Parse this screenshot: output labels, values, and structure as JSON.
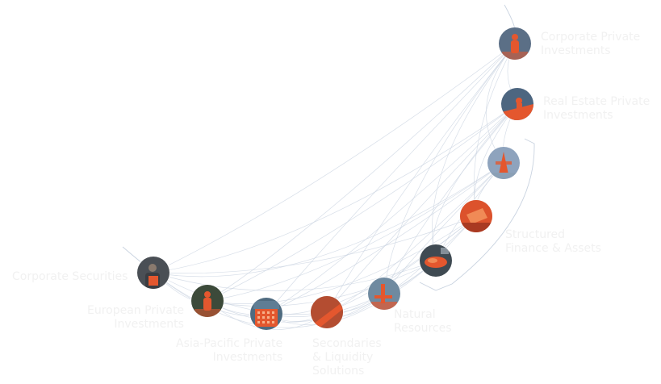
{
  "diagram": {
    "nodes": [
      {
        "id": "corporate-private-investments",
        "label": "Corporate Private\nInvestments",
        "photo_color": "#5b6f86",
        "accent": "#e4572e",
        "motif": "figure"
      },
      {
        "id": "real-estate-private-investments",
        "label": "Real Estate Private\nInvestments",
        "photo_color": "#4d6680",
        "accent": "#e4572e",
        "motif": "roof"
      },
      {
        "id": "unlabeled-node-3",
        "label": "",
        "photo_color": "#8ea3bd",
        "accent": "#e4572e",
        "motif": "tower"
      },
      {
        "id": "structured-finance-assets",
        "label": "Structured\nFinance & Assets",
        "photo_color": "#c2452a",
        "accent": "#e4572e",
        "motif": "box"
      },
      {
        "id": "unlabeled-node-5",
        "label": "",
        "photo_color": "#3f4a52",
        "accent": "#e4572e",
        "motif": "pill"
      },
      {
        "id": "natural-resources",
        "label": "Natural\nResources",
        "photo_color": "#6f8aa0",
        "accent": "#e4572e",
        "motif": "rig"
      },
      {
        "id": "secondaries-liquidity-solutions",
        "label": "Secondaries\n& Liquidity\nSolutions",
        "photo_color": "#7b4236",
        "accent": "#e4572e",
        "motif": "ramp"
      },
      {
        "id": "asia-pacific-private-investments",
        "label": "Asia-Pacific Private\nInvestments",
        "photo_color": "#4f6b80",
        "accent": "#e4572e",
        "motif": "building"
      },
      {
        "id": "european-private-investments",
        "label": "European Private\nInvestments",
        "photo_color": "#3c4a3a",
        "accent": "#e4572e",
        "motif": "figure"
      },
      {
        "id": "corporate-securities",
        "label": "Corporate Securities",
        "photo_color": "#4a4f55",
        "accent": "#e4572e",
        "motif": "person"
      }
    ],
    "link_color": "#c9d3e0",
    "bracket_color": "#c9d3e0"
  }
}
